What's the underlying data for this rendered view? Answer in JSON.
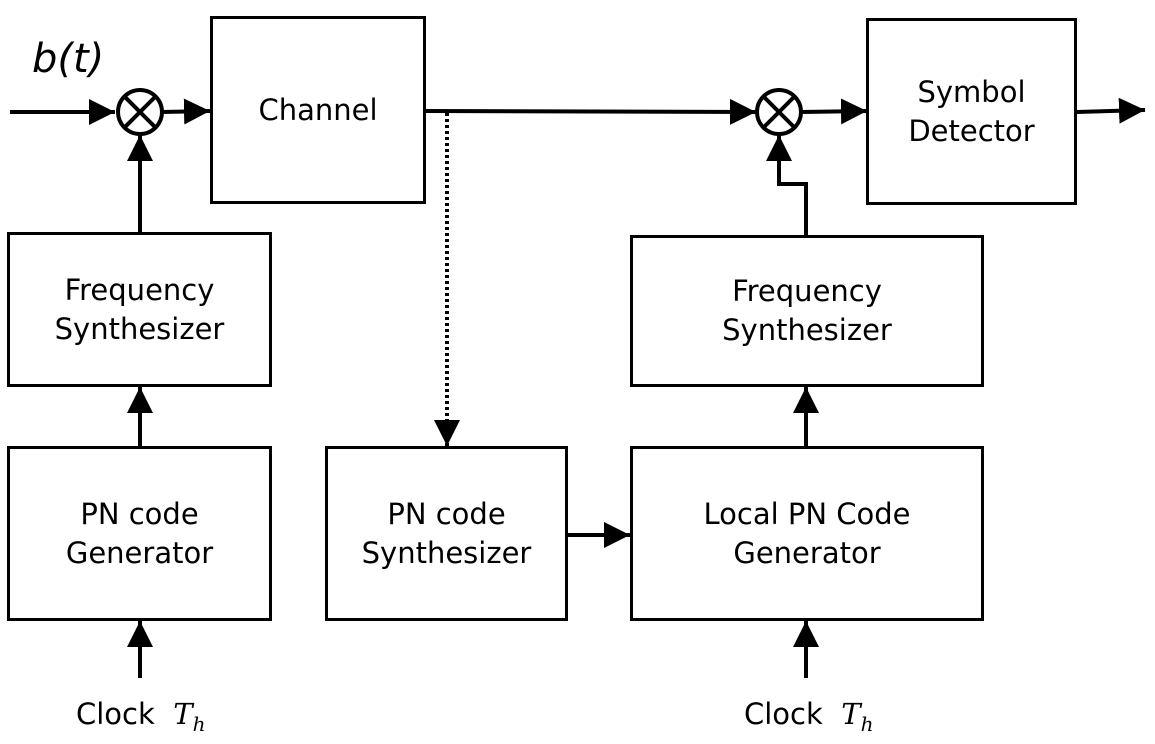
{
  "input_signal": "b(t)",
  "blocks": {
    "channel": {
      "label": "Channel"
    },
    "symbol_detector": {
      "line1": "Symbol",
      "line2": "Detector"
    },
    "tx_frequency_synthesizer": {
      "line1": "Frequency",
      "line2": "Synthesizer"
    },
    "tx_pn_code_generator": {
      "line1": "PN code",
      "line2": "Generator"
    },
    "pn_code_synthesizer": {
      "line1": "PN code",
      "line2": "Synthesizer"
    },
    "local_pn_code_generator": {
      "line1": "Local PN Code",
      "line2": "Generator"
    },
    "rx_frequency_synthesizer": {
      "line1": "Frequency",
      "line2": "Synthesizer"
    }
  },
  "clocks": {
    "tx": {
      "text": "Clock",
      "symbol": "T",
      "subscript": "h"
    },
    "rx": {
      "text": "Clock",
      "symbol": "T",
      "subscript": "h"
    }
  },
  "icons": {
    "mixer": "circle-times-icon",
    "arrow": "arrowhead-icon"
  }
}
